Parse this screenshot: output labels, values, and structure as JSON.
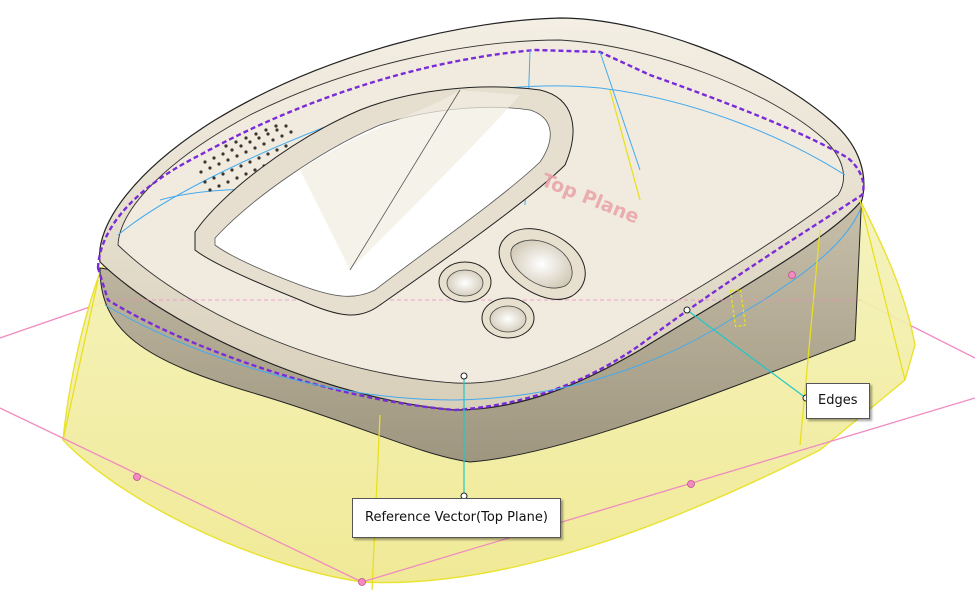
{
  "viewport": {
    "plane_label": "Top Plane"
  },
  "callouts": {
    "edges": "Edges",
    "reference_vector": "Reference Vector(Top Plane)"
  },
  "colors": {
    "background": "#ffffff",
    "body_fill": "#ede6d8",
    "surface_fill": "#f3f0a8",
    "plane_lines": "#f08cc0",
    "selected_edges": "#7a2bd8",
    "isolines": "#44aaee",
    "leader_lines": "#20c8c8",
    "surface_edges": "#e8e020"
  }
}
